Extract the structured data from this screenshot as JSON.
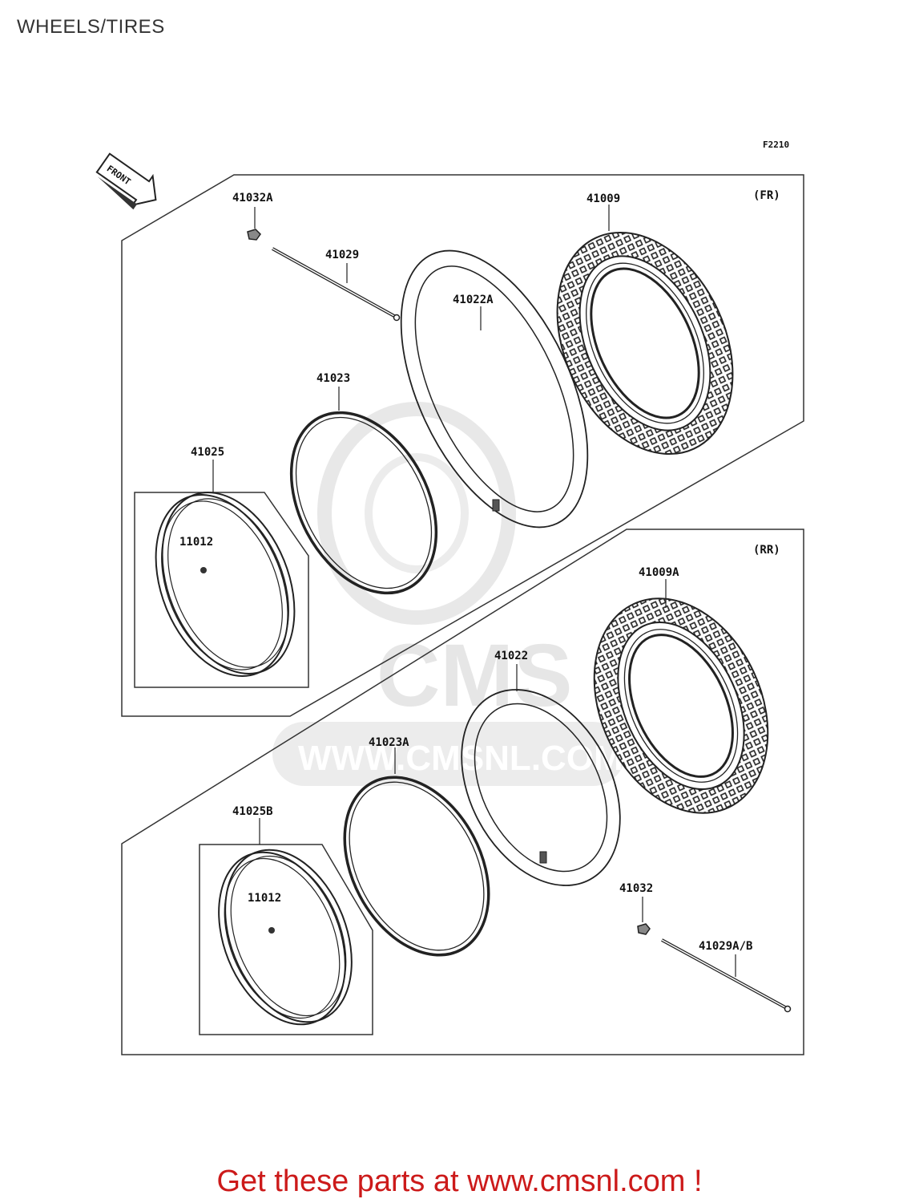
{
  "title": "WHEELS/TIRES",
  "figure_code": "F2210",
  "front_arrow_label": "FRONT",
  "front_section": {
    "label": "(FR)",
    "parts": {
      "valve_nut": "41032A",
      "spoke": "41029",
      "tube": "41022A",
      "tire": "41009",
      "rim_band": "41023",
      "rim": "41025",
      "rim_nipple": "11012"
    }
  },
  "rear_section": {
    "label": "(RR)",
    "parts": {
      "tire": "41009A",
      "tube": "41022",
      "rim_band": "41023A",
      "rim": "41025B",
      "rim_nipple": "11012",
      "valve_nut": "41032",
      "spoke": "41029A/B"
    }
  },
  "watermark": {
    "brand": "CMS",
    "url": "WWW.CMSNL.COM"
  },
  "footer": "Get these parts at www.cmsnl.com !",
  "colors": {
    "footer_text": "#cc1a1a",
    "line": "#222222",
    "watermark": "#e6e6e6"
  }
}
